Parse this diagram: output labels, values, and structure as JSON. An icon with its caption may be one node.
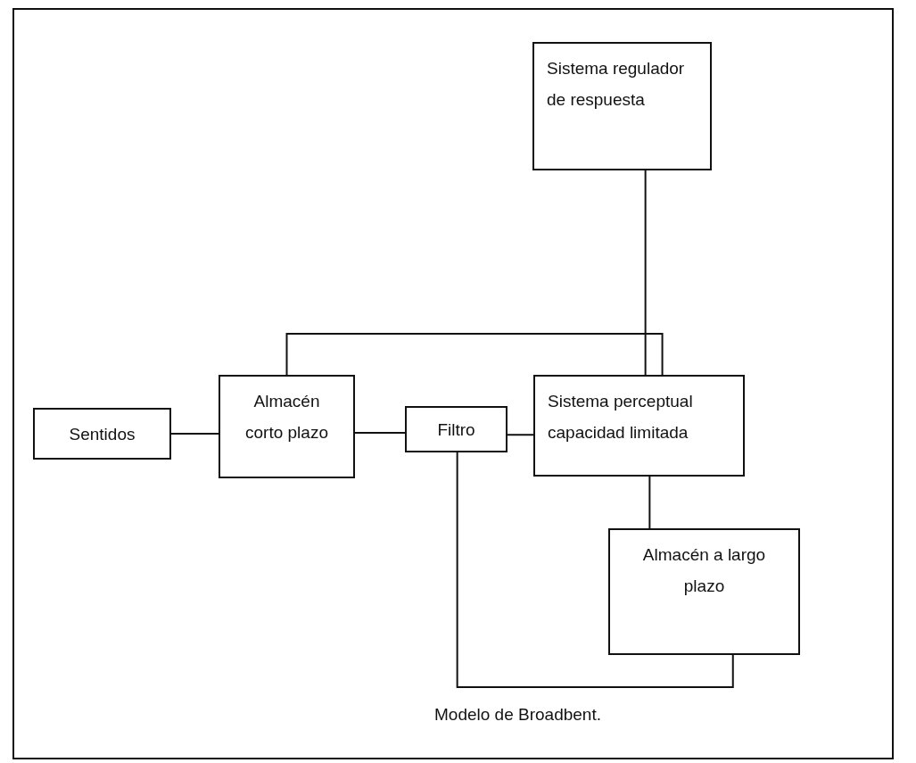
{
  "diagram": {
    "caption": "Modelo de Broadbent.",
    "nodes": [
      {
        "text": [
          "Sistema regulador de respuesta"
        ]
      },
      {
        "text": [
          "Sentidos"
        ]
      },
      {
        "text": [
          "Almacén corto plazo"
        ]
      },
      {
        "text": [
          "Filtro"
        ]
      },
      {
        "text": [
          "Sistema perceptual capacidad limitada"
        ]
      },
      {
        "text": [
          "Almacén a largo plazo"
        ]
      }
    ],
    "edges": [
      {
        "from": 1,
        "to": 2,
        "arrow": "none"
      },
      {
        "from": 2,
        "to": 3,
        "arrow": "none"
      },
      {
        "from": 3,
        "to": 4,
        "arrow": "none"
      },
      {
        "from": 2,
        "to": 4,
        "arrow": "none"
      },
      {
        "from": 0,
        "to": 4,
        "arrow": "none"
      },
      {
        "from": 4,
        "to": 5,
        "arrow": "none"
      },
      {
        "from": 5,
        "to": 3,
        "arrow": "none"
      }
    ]
  }
}
